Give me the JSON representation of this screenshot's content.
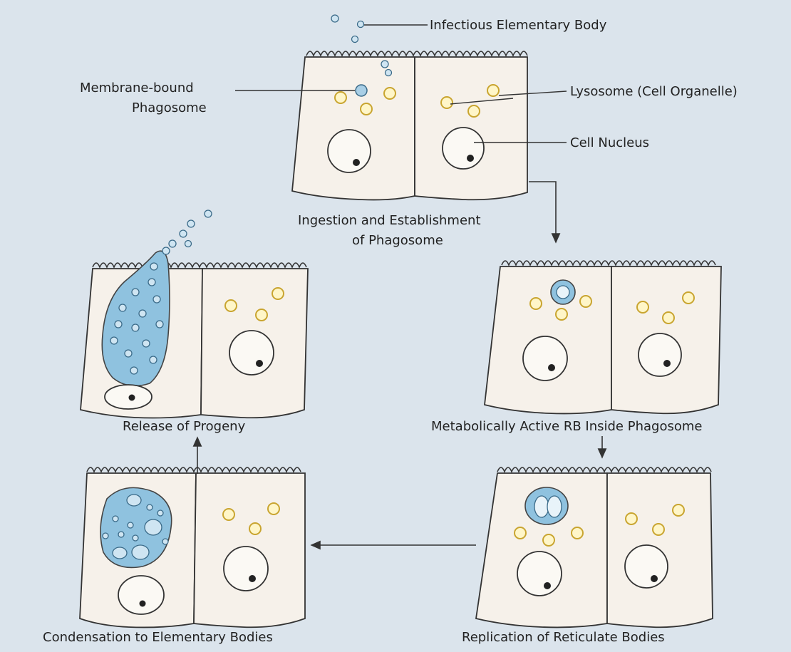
{
  "labels": {
    "infectious_eb": "Infectious Elementary Body",
    "membrane_bound_1": "Membrane-bound",
    "membrane_bound_2": "Phagosome",
    "lysosome": "Lysosome (Cell Organelle)",
    "cell_nucleus": "Cell Nucleus",
    "ingestion_1": "Ingestion and Establishment",
    "ingestion_2": "of Phagosome",
    "metabolically_active": "Metabolically Active RB Inside Phagosome",
    "replication": "Replication of Reticulate Bodies",
    "condensation": "Condensation to Elementary Bodies",
    "release": "Release of Progeny"
  },
  "colors": {
    "background": "#dbe4ec",
    "cell_fill": "#f6f1ea",
    "vacuole": "#8fc2df",
    "lysosome": "#fff6c8",
    "lysosome_stroke": "#c9a530"
  },
  "stages": [
    {
      "id": "ingestion",
      "caption_key": "ingestion_1"
    },
    {
      "id": "active_rb",
      "caption_key": "metabolically_active"
    },
    {
      "id": "replication",
      "caption_key": "replication"
    },
    {
      "id": "condensation",
      "caption_key": "condensation"
    },
    {
      "id": "release",
      "caption_key": "release"
    }
  ]
}
